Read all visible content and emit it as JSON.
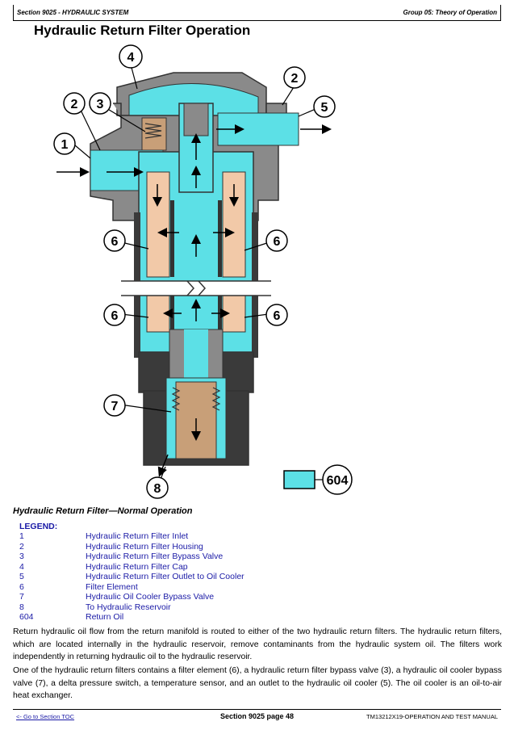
{
  "header": {
    "left": "Section 9025 - HYDRAULIC SYSTEM",
    "right": "Group 05: Theory of Operation"
  },
  "page_title": "Hydraulic Return Filter Operation",
  "figure": {
    "callouts": [
      "1",
      "2",
      "3",
      "4",
      "2",
      "5",
      "6",
      "6",
      "6",
      "6",
      "7",
      "8"
    ],
    "key_label": "604",
    "colors": {
      "oil": "#5ce0e6",
      "housing": "#8a8a8a",
      "housing_dark": "#3a3a3a",
      "element": "#f2c9a8",
      "valve": "#c89f78"
    }
  },
  "caption": "Hydraulic Return Filter—Normal Operation",
  "legend": {
    "title": "LEGEND:",
    "items": [
      {
        "num": "1",
        "label": "Hydraulic Return Filter Inlet"
      },
      {
        "num": "2",
        "label": "Hydraulic Return Filter Housing"
      },
      {
        "num": "3",
        "label": "Hydraulic Return Filter Bypass Valve"
      },
      {
        "num": "4",
        "label": "Hydraulic Return Filter Cap"
      },
      {
        "num": "5",
        "label": "Hydraulic Return Filter Outlet to Oil Cooler"
      },
      {
        "num": "6",
        "label": "Filter Element"
      },
      {
        "num": "7",
        "label": "Hydraulic Oil Cooler Bypass Valve"
      },
      {
        "num": "8",
        "label": "To Hydraulic Reservoir"
      },
      {
        "num": "604",
        "label": "Return Oil"
      }
    ]
  },
  "paragraphs": [
    "Return hydraulic oil flow from the return manifold is routed to either of the two hydraulic return filters. The hydraulic return filters, which are located internally in the hydraulic reservoir, remove contaminants from the hydraulic system oil. The filters work independently in returning hydraulic oil to the hydraulic reservoir.",
    "One of the hydraulic return filters contains a filter element (6), a hydraulic return filter bypass valve (3), a hydraulic oil cooler bypass valve (7), a delta pressure switch, a temperature sensor, and an outlet to the hydraulic oil cooler (5). The oil cooler is an oil-to-air heat exchanger."
  ],
  "footer": {
    "link": "<- Go to Section TOC",
    "center": "Section 9025 page 48",
    "right": "TM13212X19-OPERATION AND TEST MANUAL"
  }
}
